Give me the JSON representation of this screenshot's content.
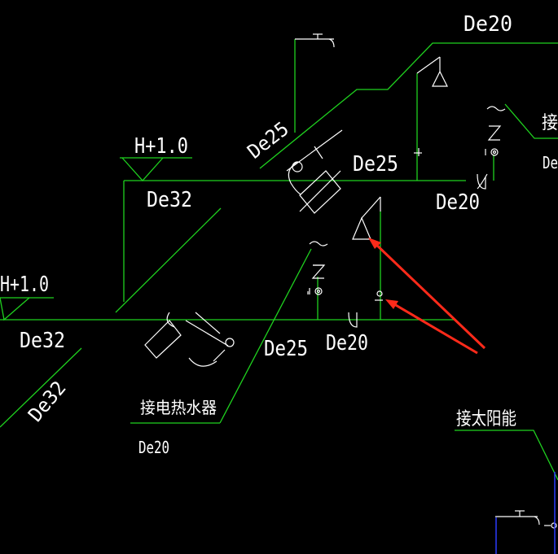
{
  "labels": {
    "de20_top": "De20",
    "de25_diag": "De25",
    "de25_mid": "De25",
    "de32_mid": "De32",
    "h10_mid": "H+1.0",
    "h10_left": "H+1.0",
    "de20_right": "De20",
    "de32_left": "De32",
    "de32_diag": "De32",
    "de25_low": "De25",
    "de20_low": "De20",
    "de20_bottom": "De20",
    "de_partial_right": "De",
    "cn_heater": "接电热水器",
    "cn_solar": "接太阳能",
    "cn_partial_right": "接"
  },
  "colors": {
    "background": "#000000",
    "pipe": "#1fd21f",
    "symbol": "#ffffff",
    "arrow": "#ff2a1a",
    "accent_blue": "#2c3cff"
  }
}
